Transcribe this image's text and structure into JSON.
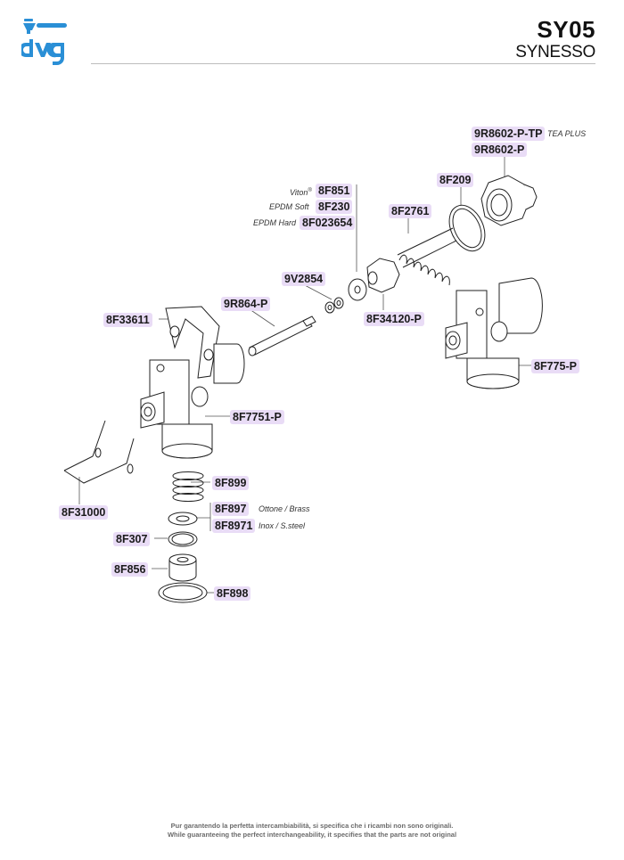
{
  "header": {
    "brand_logo_text": "dvg",
    "model_code": "SY05",
    "brand_name": "SYNESSO"
  },
  "colors": {
    "logo_blue": "#2a8fd6",
    "label_bg": "#e9dcf6",
    "rule": "#bdbdbd"
  },
  "parts": {
    "p9R8602PTP": {
      "code": "9R8602-P-TP",
      "note": "TEA PLUS"
    },
    "p9R8602P": {
      "code": "9R8602-P"
    },
    "p8F209": {
      "code": "8F209"
    },
    "p8F851": {
      "code": "8F851",
      "note": "Viton",
      "note_sup": "®"
    },
    "p8F230": {
      "code": "8F230",
      "note": "EPDM Soft"
    },
    "p8F023654": {
      "code": "8F023654",
      "note": "EPDM Hard"
    },
    "p8F2761": {
      "code": "8F2761"
    },
    "p9V2854": {
      "code": "9V2854"
    },
    "p9R864P": {
      "code": "9R864-P"
    },
    "p8F34120P": {
      "code": "8F34120-P"
    },
    "p8F33611": {
      "code": "8F33611"
    },
    "p8F775P": {
      "code": "8F775-P"
    },
    "p8F7751P": {
      "code": "8F7751-P"
    },
    "p8F899": {
      "code": "8F899"
    },
    "p8F31000": {
      "code": "8F31000"
    },
    "p8F897": {
      "code": "8F897",
      "note": "Ottone / Brass"
    },
    "p8F8971": {
      "code": "8F8971",
      "note": "Inox / S.steel"
    },
    "p8F307": {
      "code": "8F307"
    },
    "p8F856": {
      "code": "8F856"
    },
    "p8F898": {
      "code": "8F898"
    }
  },
  "footer": {
    "line_it": "Pur garantendo la perfetta intercambiabilità, si specifica che i ricambi non sono originali.",
    "line_en": "While guaranteeing the perfect interchangeability, it specifies that the parts are not original"
  }
}
